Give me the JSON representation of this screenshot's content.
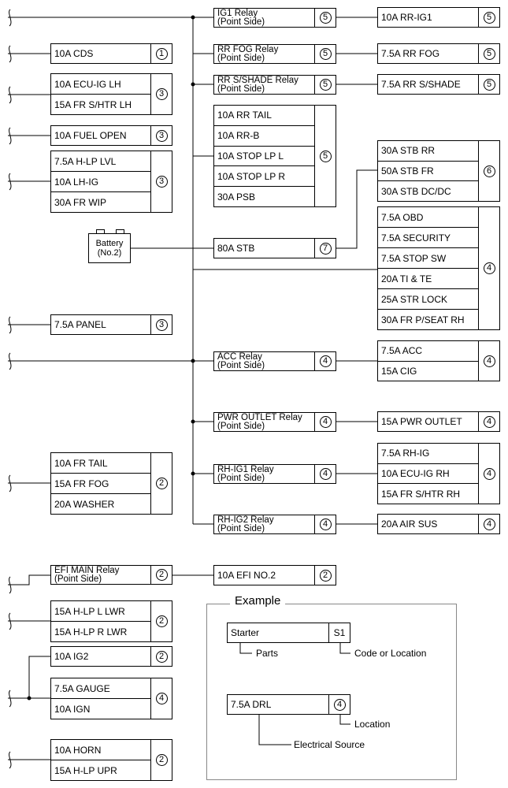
{
  "relays": {
    "ig1": {
      "line1": "IG1 Relay",
      "line2": "(Point Side)",
      "loc": "5"
    },
    "rr_fog": {
      "line1": "RR FOG Relay",
      "line2": "(Point Side)",
      "loc": "5"
    },
    "rr_shade": {
      "line1": "RR S/SHADE Relay",
      "line2": "(Point Side)",
      "loc": "5"
    },
    "acc": {
      "line1": "ACC Relay",
      "line2": "(Point Side)",
      "loc": "4"
    },
    "pwr_outlet": {
      "line1": "PWR OUTLET Relay",
      "line2": "(Point Side)",
      "loc": "4"
    },
    "rh_ig1": {
      "line1": "RH-IG1 Relay",
      "line2": "(Point Side)",
      "loc": "4"
    },
    "rh_ig2": {
      "line1": "RH-IG2 Relay",
      "line2": "(Point Side)",
      "loc": "4"
    },
    "efi_main": {
      "line1": "EFI MAIN Relay",
      "line2": "(Point Side)",
      "loc": "2"
    }
  },
  "fuses": {
    "cds": {
      "items": [
        "10A CDS"
      ],
      "loc": "1"
    },
    "ecu_ig_lh": {
      "items": [
        "10A ECU-IG LH",
        "15A FR S/HTR LH"
      ],
      "loc": "3"
    },
    "fuel_open": {
      "items": [
        "10A FUEL OPEN"
      ],
      "loc": "3"
    },
    "h_lp_lvl": {
      "items": [
        "7.5A H-LP LVL",
        "10A LH-IG",
        "30A FR WIP"
      ],
      "loc": "3"
    },
    "panel": {
      "items": [
        "7.5A PANEL"
      ],
      "loc": "3"
    },
    "fr_tail": {
      "items": [
        "10A FR TAIL",
        "15A FR FOG",
        "20A WASHER"
      ],
      "loc": "2"
    },
    "h_lp_lwr": {
      "items": [
        "15A H-LP L LWR",
        "15A H-LP R LWR"
      ],
      "loc": "2"
    },
    "ig2": {
      "items": [
        "10A IG2"
      ],
      "loc": "2"
    },
    "gauge": {
      "items": [
        "7.5A GAUGE",
        "10A IGN"
      ],
      "loc": "4"
    },
    "horn": {
      "items": [
        "10A HORN",
        "15A H-LP UPR"
      ],
      "loc": "2"
    },
    "rr_tail": {
      "items": [
        "10A RR TAIL",
        "10A RR-B",
        "10A STOP LP L",
        "10A STOP LP R",
        "30A PSB"
      ],
      "loc": "5"
    },
    "stb": {
      "items": [
        "80A STB"
      ],
      "loc": "7"
    },
    "efi_no2": {
      "items": [
        "10A EFI NO.2"
      ],
      "loc": "2"
    },
    "rr_ig1": {
      "items": [
        "10A RR-IG1"
      ],
      "loc": "5"
    },
    "rr_fog": {
      "items": [
        "7.5A RR FOG"
      ],
      "loc": "5"
    },
    "rr_shade": {
      "items": [
        "7.5A RR S/SHADE"
      ],
      "loc": "5"
    },
    "stb_rr": {
      "items": [
        "30A STB RR",
        "50A STB FR",
        "30A STB DC/DC"
      ],
      "loc": "6"
    },
    "obd": {
      "items": [
        "7.5A OBD",
        "7.5A SECURITY",
        "7.5A STOP SW",
        "20A TI & TE",
        "25A STR LOCK",
        "30A FR P/SEAT RH"
      ],
      "loc": "4"
    },
    "acc": {
      "items": [
        "7.5A ACC",
        "15A CIG"
      ],
      "loc": "4"
    },
    "pwr_outlet": {
      "items": [
        "15A PWR OUTLET"
      ],
      "loc": "4"
    },
    "rh_ig": {
      "items": [
        "7.5A RH-IG",
        "10A ECU-IG RH",
        "15A FR S/HTR RH"
      ],
      "loc": "4"
    },
    "air_sus": {
      "items": [
        "20A AIR SUS"
      ],
      "loc": "4"
    }
  },
  "battery": {
    "line1": "Battery",
    "line2": "(No.2)"
  },
  "example": {
    "title": "Example",
    "parts_box": "Starter",
    "code_box": "S1",
    "parts_label": "Parts",
    "code_label": "Code or Location",
    "source_box": "7.5A DRL",
    "source_loc": "4",
    "location_label": "Location",
    "source_label": "Electrical Source"
  }
}
